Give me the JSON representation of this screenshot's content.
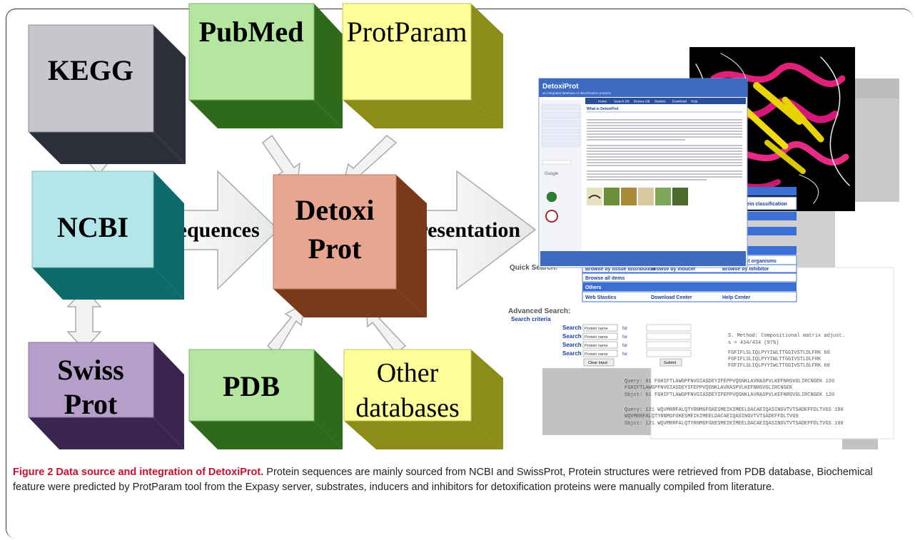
{
  "diagram": {
    "sources": {
      "kegg": "KEGG",
      "pubmed": "PubMed",
      "protparam": "ProtParam",
      "ncbi": "NCBI",
      "swissprot_line1": "Swiss",
      "swissprot_line2": "Prot",
      "pdb": "PDB",
      "other_line1": "Other",
      "other_line2": "databases"
    },
    "center_line1": "Detoxi",
    "center_line2": "Prot",
    "arrows": {
      "sequences": "Sequences",
      "presentation": "Presentation"
    },
    "colors": {
      "kegg": "#c6c6cc",
      "pubmed": "#b5e6a0",
      "protparam": "#ffff99",
      "ncbi": "#b3e6ea",
      "swissprot": "#b59ec9",
      "pdb": "#b5e6a0",
      "other": "#ffff99",
      "detoxiprot": "#e8a690"
    }
  },
  "screenshot": {
    "site_title": "DetoxiProt",
    "site_subtitle": "an integrated database of detoxification proteins",
    "nav": [
      "Home",
      "Search DB",
      "Browse DB",
      "Statistic",
      "Download",
      "Help"
    ],
    "page_heading": "What is DetoxiProt",
    "quick_search_label": "Quick Search:",
    "advanced_search_label": "Advanced Search:",
    "search_criteria_label": "Search criteria",
    "search_word": "Search",
    "protein_name_option": "Protein name",
    "for_word": "for",
    "clear_button": "Clear Input",
    "submit_button": "Submit",
    "browse_links": [
      "Browse by tissue distribution",
      "Browse by inducer",
      "Browse by inhibitor"
    ],
    "browse_all": "Browse all items",
    "others": "Others",
    "bottom_links": [
      "Web Stastics",
      "Download Center",
      "Help Center"
    ],
    "side_labels": [
      "tein classification",
      "nt organisms"
    ],
    "google_label": "Google",
    "blast_rows": [
      "Query: 61  FGHIFTLAWGPFNVGIASDEYIFEPPVQGNKLAVRASPVLKEFNRGVGLIRCNGEK  120",
      "Sbjct: 61  FGHIFTLAWGPFNVGIASDEYIFEPPVQGNKLAVRASPVLKEFNRGVGLIRCNGEK  120",
      "Query: 121 WQVMRRFALQTYRNMGFGKESMEIKIMEELDACAEIQASINGVTVTSADEFFDLTVGS  180",
      "Sbjct: 121 WQVMRRFALQTYRNMGFGKESMEIKIMEELDACAEIQASINGVTVTSADEFFDLTVGS  180"
    ]
  },
  "caption": {
    "title": "Figure 2 Data source and integration of DetoxiProt.",
    "text": " Protein sequences are mainly sourced from NCBI and SwissProt, Protein structures were retrieved from PDB database, Biochemical feature were predicted by ProtParam tool from the Expasy server, substrates, inducers and inhibitors for detoxification proteins were manually compiled from literature."
  }
}
